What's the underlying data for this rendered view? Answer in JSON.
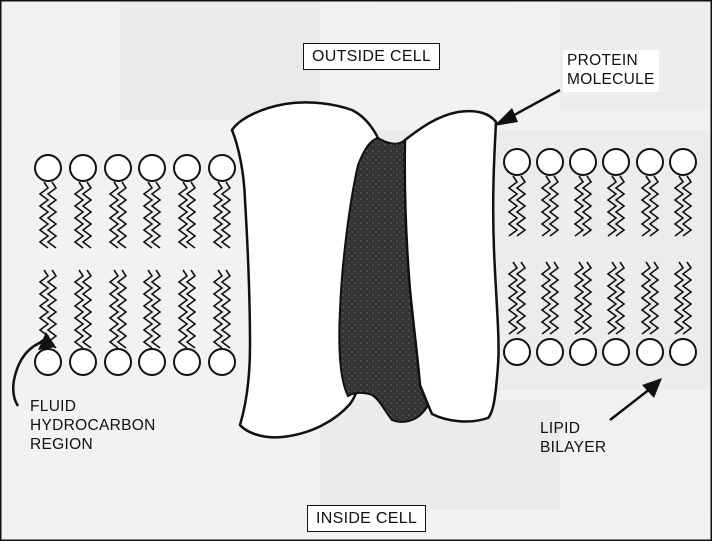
{
  "labels": {
    "outside_cell": "OUTSIDE CELL",
    "inside_cell": "INSIDE CELL",
    "protein_molecule": [
      "PROTEIN",
      "MOLECULE"
    ],
    "fluid_hydrocarbon_region": [
      "FLUID",
      "HYDROCARBON",
      "REGION"
    ],
    "lipid_bilayer": [
      "LIPID",
      "BILAYER"
    ]
  },
  "colors": {
    "ink": "#111111",
    "paper": "#ffffff",
    "background_bleed": "#d9d9d9",
    "channel_fill": "#3a3a3a"
  }
}
